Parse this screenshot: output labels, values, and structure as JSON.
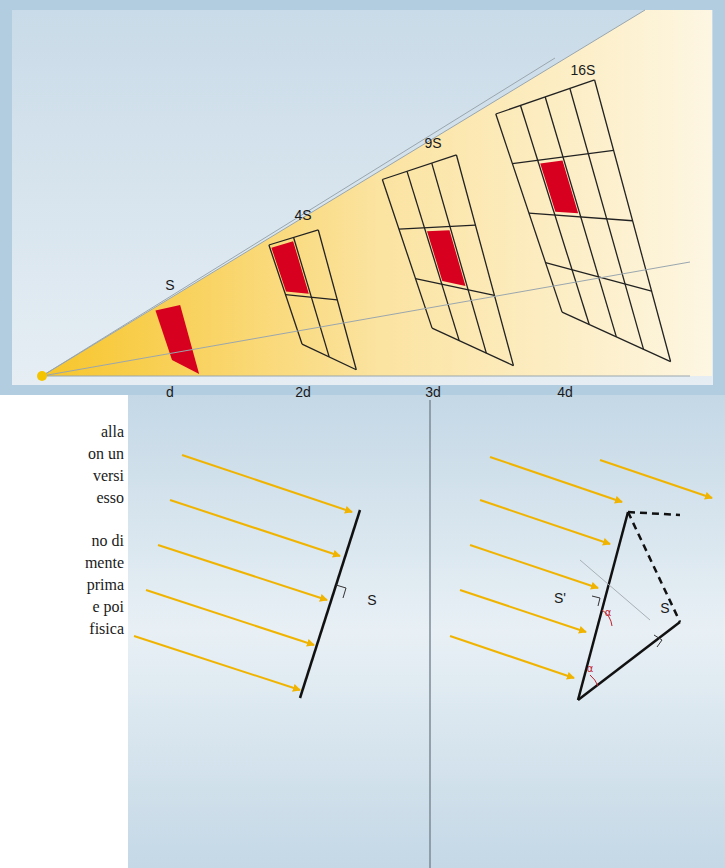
{
  "diagram": {
    "labels": [
      "S",
      "4S",
      "9S",
      "16S",
      "d",
      "2d",
      "3d",
      "4d",
      "alla",
      "on un",
      "versi",
      "esso",
      "no di",
      "mente",
      "prima",
      "e poi",
      "fisica",
      "S",
      "S'",
      "α",
      "α",
      "S"
    ]
  }
}
